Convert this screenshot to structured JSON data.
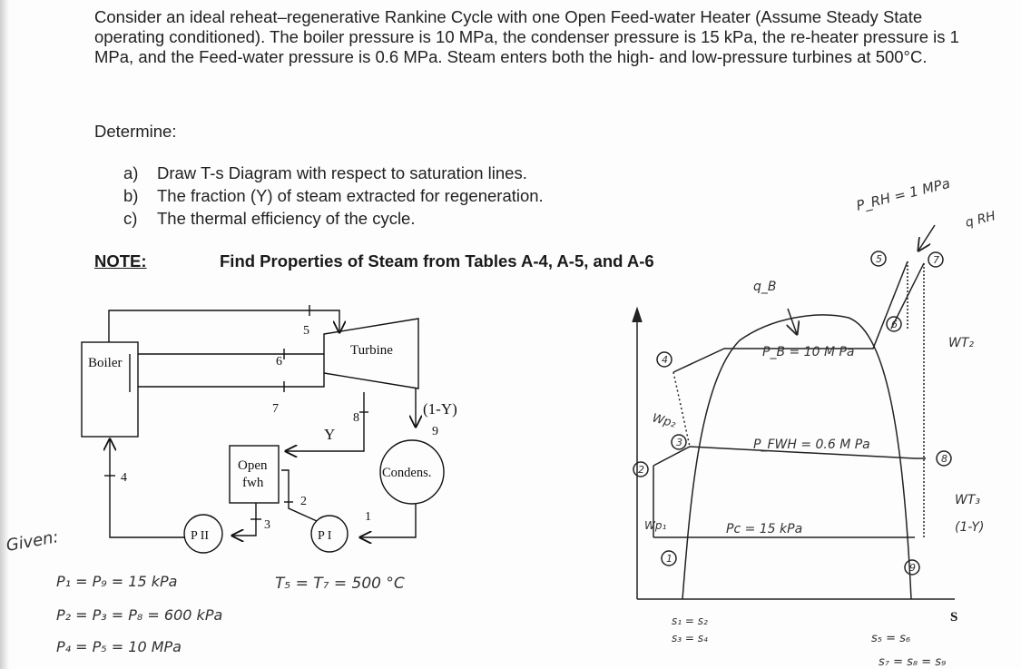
{
  "problem": {
    "statement": "Consider an ideal reheat–regenerative Rankine Cycle with one Open Feed-water Heater (Assume Steady State operating conditioned). The boiler pressure is 10 MPa, the condenser pressure is 15 kPa, the re-heater pressure is 1 MPa, and the Feed-water pressure is 0.6 MPa. Steam enters both the high- and low-pressure turbines at 500°C.",
    "determine": "Determine:",
    "parts": [
      {
        "label": "a)",
        "text": "Draw T-s Diagram with respect to saturation lines."
      },
      {
        "label": "b)",
        "text": "The fraction (Y) of steam extracted for regeneration."
      },
      {
        "label": "c)",
        "text": "The thermal efficiency of the cycle."
      }
    ],
    "note_label": "NOTE:",
    "note_text": "Find Properties of Steam from Tables A-4, A-5, and A-6"
  },
  "schematic": {
    "boiler": "Boiler",
    "turbine": "Turbine",
    "ofwh_line1": "Open",
    "ofwh_line2": "fwh",
    "condenser": "Condens.",
    "pump2": "P II",
    "pump1": "P I",
    "fraction_y": "Y",
    "fraction_1my": "(1-Y)",
    "states": {
      "s1": "1",
      "s2": "2",
      "s3": "3",
      "s4": "4",
      "s5": "5",
      "s6": "6",
      "s7": "7",
      "s8": "8",
      "s9": "9"
    }
  },
  "handwritten": {
    "given": "Given:",
    "eq1": "P₁ = P₉ = 15 kPa",
    "eq2": "P₂ = P₃ = P₈ = 600 kPa",
    "eq3": "P₄ = P₅ = 10 MPa",
    "temps": "T₅ = T₇ = 500 °C"
  },
  "ts_diagram": {
    "axis_s": "S",
    "prh": "P_RH = 1 MPa",
    "q_rh": "q RH",
    "q_b": "q_B",
    "pb": "P_B = 10 M Pa",
    "pfwh": "P_FWH = 0.6 M Pa",
    "pc": "Pc = 15 kPa",
    "wp2": "Wp₂",
    "wp1": "Wp₁",
    "wt2": "WT₂",
    "wt3": "WT₃",
    "one_minus_y": "(1-Y)",
    "s12": "s₁ = s₂",
    "s34": "s₃ = s₄",
    "s56": "s₅ = s₆",
    "s789": "s₇ = s₈ = s₉",
    "states": {
      "n1": "1",
      "n2": "2",
      "n3": "3",
      "n4": "4",
      "n5": "5",
      "n6": "6",
      "n7": "7",
      "n8": "8",
      "n9": "9"
    }
  }
}
